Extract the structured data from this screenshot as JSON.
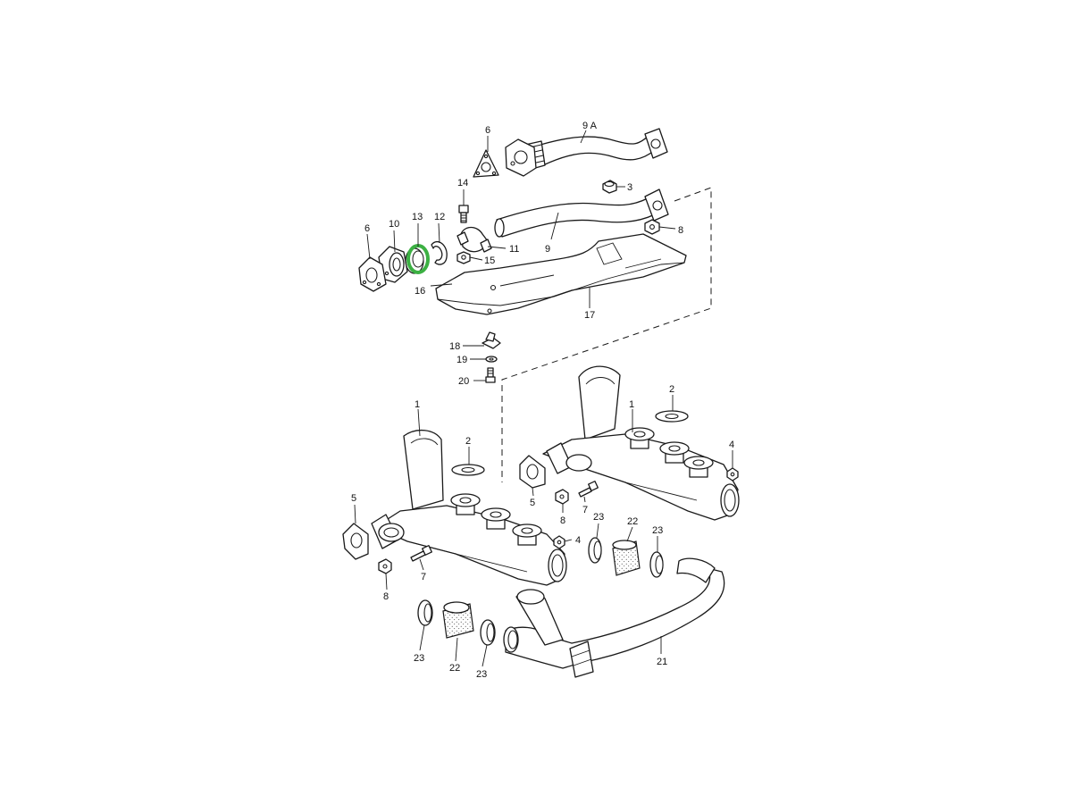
{
  "diagram": {
    "highlight_color": "#3cb043",
    "line_color": "#1a1a1a",
    "background": "#ffffff",
    "highlighted_part": "13",
    "callouts": [
      {
        "id": "c-9a",
        "label": "9 A"
      },
      {
        "id": "c-6a",
        "label": "6"
      },
      {
        "id": "c-3",
        "label": "3"
      },
      {
        "id": "c-14",
        "label": "14"
      },
      {
        "id": "c-8a",
        "label": "8"
      },
      {
        "id": "c-6b",
        "label": "6"
      },
      {
        "id": "c-10",
        "label": "10"
      },
      {
        "id": "c-13",
        "label": "13"
      },
      {
        "id": "c-12",
        "label": "12"
      },
      {
        "id": "c-11",
        "label": "11"
      },
      {
        "id": "c-9",
        "label": "9"
      },
      {
        "id": "c-15",
        "label": "15"
      },
      {
        "id": "c-16",
        "label": "16"
      },
      {
        "id": "c-17",
        "label": "17"
      },
      {
        "id": "c-18",
        "label": "18"
      },
      {
        "id": "c-19",
        "label": "19"
      },
      {
        "id": "c-20",
        "label": "20"
      },
      {
        "id": "c-1a",
        "label": "1"
      },
      {
        "id": "c-2a",
        "label": "2"
      },
      {
        "id": "c-1b",
        "label": "1"
      },
      {
        "id": "c-2b",
        "label": "2"
      },
      {
        "id": "c-4a",
        "label": "4"
      },
      {
        "id": "c-5a",
        "label": "5"
      },
      {
        "id": "c-5b",
        "label": "5"
      },
      {
        "id": "c-8b",
        "label": "8"
      },
      {
        "id": "c-7a",
        "label": "7"
      },
      {
        "id": "c-23a",
        "label": "23"
      },
      {
        "id": "c-22a",
        "label": "22"
      },
      {
        "id": "c-23b",
        "label": "23"
      },
      {
        "id": "c-4b",
        "label": "4"
      },
      {
        "id": "c-7b",
        "label": "7"
      },
      {
        "id": "c-8c",
        "label": "8"
      },
      {
        "id": "c-23c",
        "label": "23"
      },
      {
        "id": "c-22b",
        "label": "22"
      },
      {
        "id": "c-23d",
        "label": "23"
      },
      {
        "id": "c-21",
        "label": "21"
      }
    ]
  }
}
